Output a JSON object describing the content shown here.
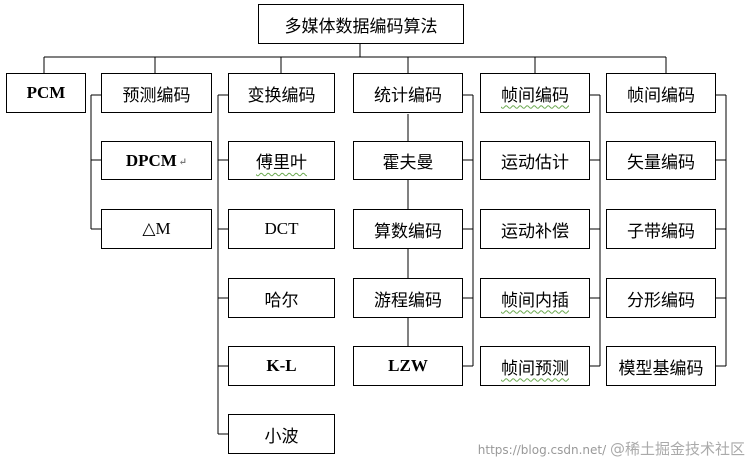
{
  "root": {
    "label": "多媒体数据编码算法"
  },
  "pcm": {
    "label": "PCM"
  },
  "predictive": {
    "label": "预测编码",
    "children": [
      {
        "label": "DPCM",
        "mark": "↵"
      },
      {
        "label": "△M"
      }
    ]
  },
  "transform": {
    "label": "变换编码",
    "children": [
      {
        "label": "傅里叶"
      },
      {
        "label": "DCT"
      },
      {
        "label": "哈尔"
      },
      {
        "label": "K-L"
      },
      {
        "label": "小波"
      }
    ]
  },
  "statistical": {
    "label": "统计编码",
    "children": [
      {
        "label": "霍夫曼"
      },
      {
        "label": "算数编码"
      },
      {
        "label": "游程编码"
      },
      {
        "label": "LZW"
      }
    ]
  },
  "interframe1": {
    "label": "帧间编码",
    "children": [
      {
        "label": "运动估计"
      },
      {
        "label": "运动补偿"
      },
      {
        "label": "帧间内插"
      },
      {
        "label": "帧间预测"
      }
    ]
  },
  "interframe2": {
    "label": "帧间编码",
    "children": [
      {
        "label": "矢量编码"
      },
      {
        "label": "子带编码"
      },
      {
        "label": "分形编码"
      },
      {
        "label": "模型基编码"
      }
    ]
  },
  "watermark": {
    "url_text": "https://blog.csdn.net/",
    "brand": "@稀土掘金技术社区"
  }
}
